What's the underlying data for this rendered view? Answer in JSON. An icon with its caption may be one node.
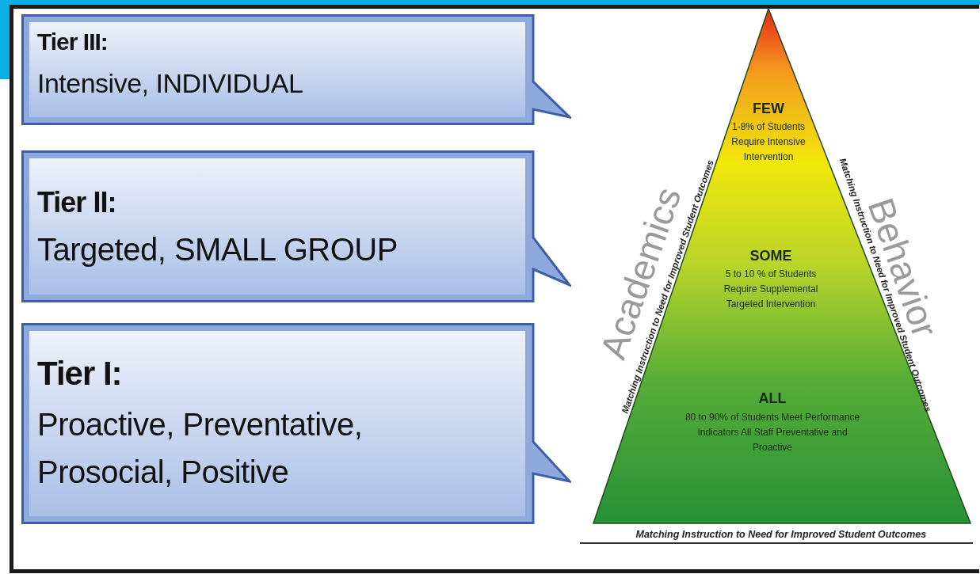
{
  "diagram": {
    "nodes": [
      {
        "text": [
          "Tier III:",
          "Intensive, INDIVIDUAL"
        ]
      },
      {
        "text": [
          "Tier II:",
          "Targeted, SMALL GROUP"
        ]
      },
      {
        "text": [
          "Tier I:",
          "Proactive, Preventative, Prosocial, Positive"
        ]
      },
      {
        "text": [
          "FEW",
          "1-8% of Students Require Intensive Intervention",
          "SOME",
          "5 to 10 % of Students Require Supplemental Targeted Intervention",
          "ALL",
          "80 to 90% of Students Meet Performance Indicators All Staff Preventative and Proactive"
        ]
      }
    ],
    "labels": [
      "Academics",
      "Matching Instruction to Need for Improved Student Outcomes",
      "Matching Instruction to Need for Improved Student Outcomes",
      "Behavior",
      "Matching Instruction to Need for Improved Student Outcomes"
    ]
  }
}
